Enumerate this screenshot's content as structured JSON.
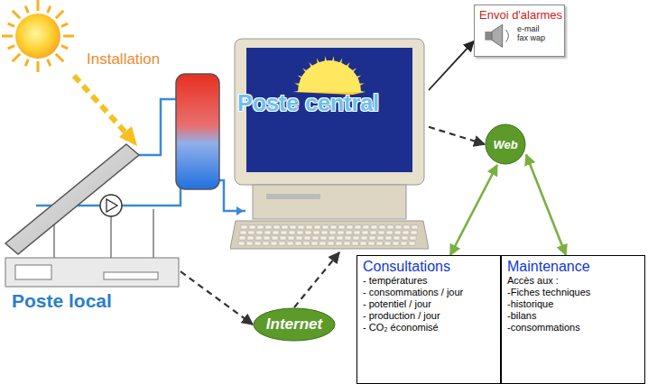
{
  "diagram": {
    "nodes": [
      {
        "text": [
          "Poste central"
        ]
      },
      {
        "text": [
          "Envoi d'alarmes",
          "e-mail fax wap"
        ]
      },
      {
        "text": [
          "Web"
        ]
      },
      {
        "text": [
          "Internet"
        ]
      },
      {
        "text": [
          "Poste local"
        ]
      },
      {
        "text": [
          "Consultations",
          "- températures",
          "- consommations / jour",
          "- potentiel / jour",
          "- production / jour",
          "- CO₂ économisé"
        ]
      },
      {
        "text": [
          "Maintenance",
          "Accès aux :",
          "-Fiches techniques",
          "-historique",
          "-bilans",
          "-consommations"
        ]
      }
    ],
    "edges": [
      {
        "from": 0,
        "to": 1,
        "arrow": "to"
      },
      {
        "from": 0,
        "to": 2,
        "arrow": "to"
      },
      {
        "from": 3,
        "to": 0,
        "arrow": "to"
      },
      {
        "from": 4,
        "to": 3,
        "arrow": "to"
      },
      {
        "from": 2,
        "to": 5,
        "arrow": "both"
      },
      {
        "from": 2,
        "to": 6,
        "arrow": "both"
      }
    ],
    "labels": [
      "Installation"
    ]
  }
}
